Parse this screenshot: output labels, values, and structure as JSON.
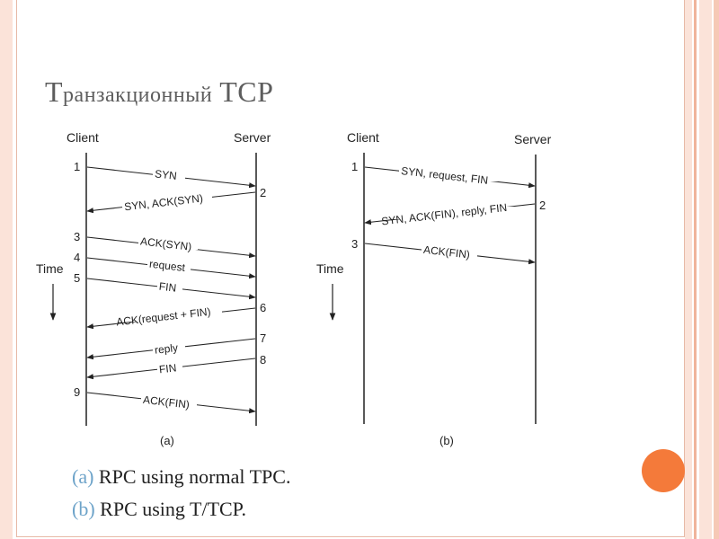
{
  "slide": {
    "title_first_letter": "Т",
    "title_rest": "ранзакционный",
    "title_tcp": "TCP",
    "captions": [
      {
        "label": "(a)",
        "text": " RPC using normal TPC."
      },
      {
        "label": "(b)",
        "text": " RPC using T/TCP."
      }
    ],
    "colors": {
      "accent": "#f47a3a",
      "caption_label": "#6da3c9",
      "title": "#5d5d5d"
    }
  },
  "diagram_a": {
    "client_label": "Client",
    "server_label": "Server",
    "time_label": "Time",
    "sublabel": "(a)",
    "steps": [
      {
        "num": "1",
        "side": "client",
        "text": "SYN"
      },
      {
        "num": "2",
        "side": "server",
        "text": "SYN, ACK(SYN)"
      },
      {
        "num": "3",
        "side": "client",
        "text": "ACK(SYN)"
      },
      {
        "num": "4",
        "side": "client",
        "text": "request"
      },
      {
        "num": "5",
        "side": "client",
        "text": "FIN"
      },
      {
        "num": "6",
        "side": "server",
        "text": "ACK(request + FIN)"
      },
      {
        "num": "7",
        "side": "server",
        "text": "reply"
      },
      {
        "num": "8",
        "side": "server",
        "text": "FIN"
      },
      {
        "num": "9",
        "side": "client",
        "text": "ACK(FIN)"
      }
    ]
  },
  "diagram_b": {
    "client_label": "Client",
    "server_label": "Server",
    "time_label": "Time",
    "sublabel": "(b)",
    "steps": [
      {
        "num": "1",
        "side": "client",
        "text": "SYN, request, FIN"
      },
      {
        "num": "2",
        "side": "server",
        "text": "SYN, ACK(FIN), reply, FIN"
      },
      {
        "num": "3",
        "side": "client",
        "text": "ACK(FIN)"
      }
    ]
  }
}
